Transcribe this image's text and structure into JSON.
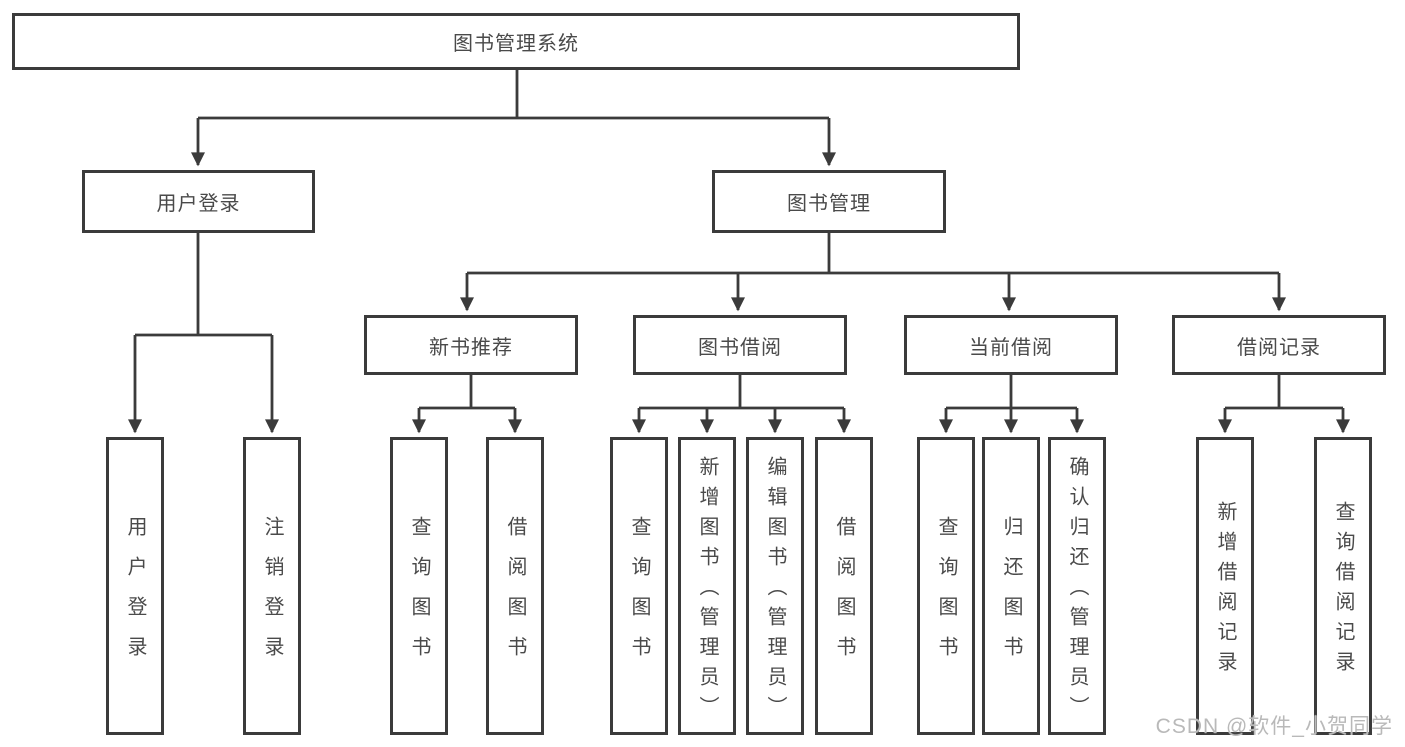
{
  "diagram": {
    "root": {
      "label": "图书管理系统"
    },
    "branches": [
      {
        "label": "用户登录",
        "children": [
          {
            "label": "用户登录"
          },
          {
            "label": "注销登录"
          }
        ]
      },
      {
        "label": "图书管理",
        "children": [
          {
            "label": "新书推荐",
            "children": [
              {
                "label": "查询图书"
              },
              {
                "label": "借阅图书"
              }
            ]
          },
          {
            "label": "图书借阅",
            "children": [
              {
                "label": "查询图书"
              },
              {
                "label": "新增图书（管理员）"
              },
              {
                "label": "编辑图书（管理员）"
              },
              {
                "label": "借阅图书"
              }
            ]
          },
          {
            "label": "当前借阅",
            "children": [
              {
                "label": "查询图书"
              },
              {
                "label": "归还图书"
              },
              {
                "label": "确认归还（管理员）"
              }
            ]
          },
          {
            "label": "借阅记录",
            "children": [
              {
                "label": "新增借阅记录"
              },
              {
                "label": "查询借阅记录"
              }
            ]
          }
        ]
      }
    ],
    "watermark": "CSDN @软件_小贺同学",
    "colors": {
      "line": "#3b3b3b",
      "box_border": "#3b3b3b",
      "box_fill": "#ffffff",
      "text": "#4a4a4a",
      "background": "#ffffff",
      "watermark": "#b9b9b9"
    }
  }
}
